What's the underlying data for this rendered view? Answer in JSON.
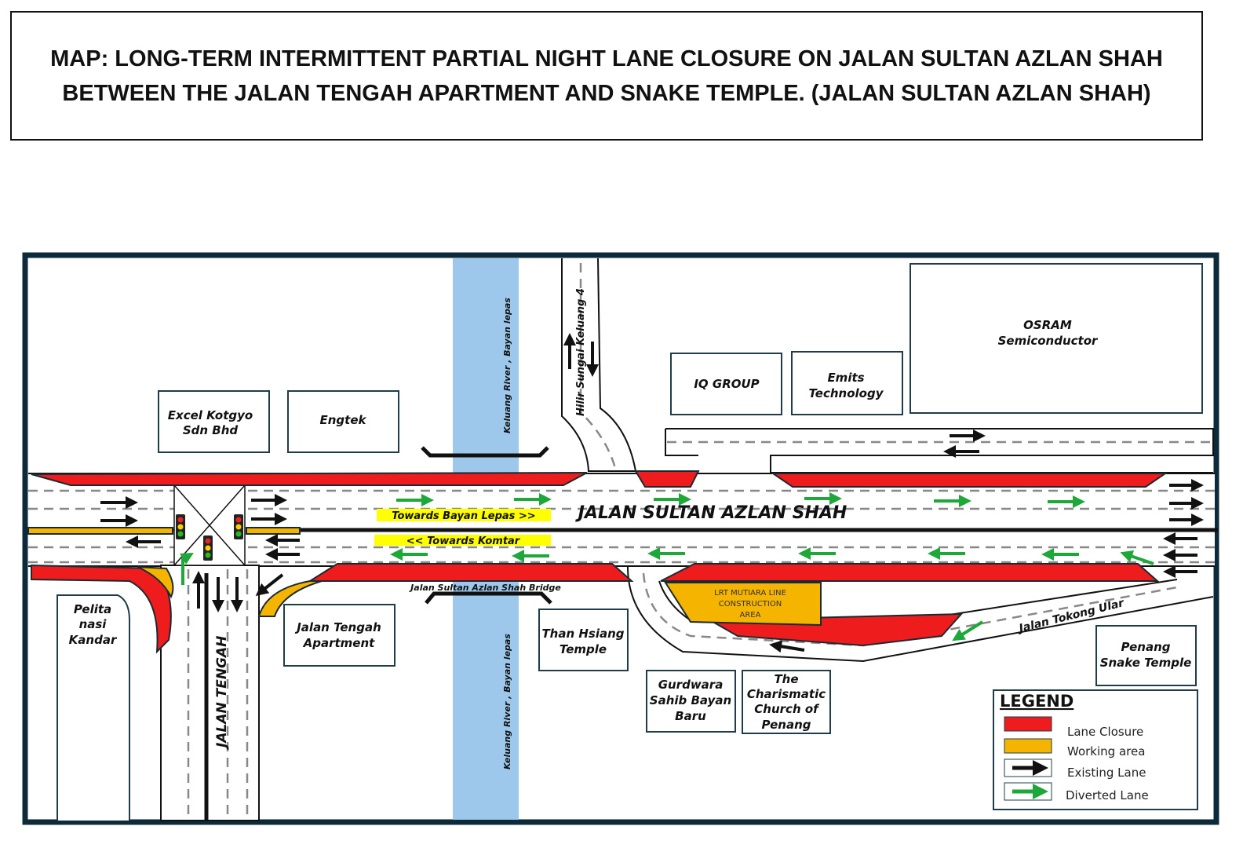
{
  "title": "MAP: LONG-TERM INTERMITTENT PARTIAL NIGHT LANE CLOSURE ON JALAN SULTAN AZLAN SHAH BETWEEN THE JALAN TENGAH APARTMENT AND SNAKE TEMPLE. (JALAN SULTAN AZLAN SHAH)",
  "roads": {
    "main": "JALAN SULTAN AZLAN SHAH",
    "tengah": "JALAN TENGAH",
    "hilir": "Hilir Sungai Keluang 4",
    "tokong": "Jalan Tokong Ular",
    "bridge": "Jalan Sultan Azlan Shah Bridge"
  },
  "directions": {
    "east": "Towards Bayan Lepas >>",
    "west": "<< Towards  Komtar"
  },
  "river": {
    "north": "Keluang River , Bayan lepas",
    "south": "Keluang River , Bayan lepas"
  },
  "landmarks": {
    "excel": [
      "Excel Kotgyo",
      "Sdn Bhd"
    ],
    "engtek": "Engtek",
    "iq": "IQ GROUP",
    "emits": [
      "Emits",
      "Technology"
    ],
    "osram": [
      "OSRAM",
      "Semiconductor"
    ],
    "pelita": [
      "Pelita",
      "nasi",
      "Kandar"
    ],
    "apartment": [
      "Jalan Tengah",
      "Apartment"
    ],
    "than": [
      "Than Hsiang",
      "Temple"
    ],
    "gurdwara": [
      "Gurdwara",
      "Sahib Bayan",
      "Baru"
    ],
    "church": [
      "The",
      "Charismatic",
      "Church of",
      "Penang"
    ],
    "snake": [
      "Penang",
      "Snake Temple"
    ],
    "lrt": [
      "LRT MUTIARA LINE",
      "CONSTRUCTION",
      "AREA"
    ]
  },
  "legend": {
    "title": "LEGEND",
    "items": [
      {
        "label": "Lane Closure",
        "color": "#ee1c1c"
      },
      {
        "label": "Working area",
        "color": "#f5b400"
      },
      {
        "label": "Existing Lane",
        "color": "#111111"
      },
      {
        "label": "Diverted Lane",
        "color": "#1fa83a"
      }
    ]
  }
}
